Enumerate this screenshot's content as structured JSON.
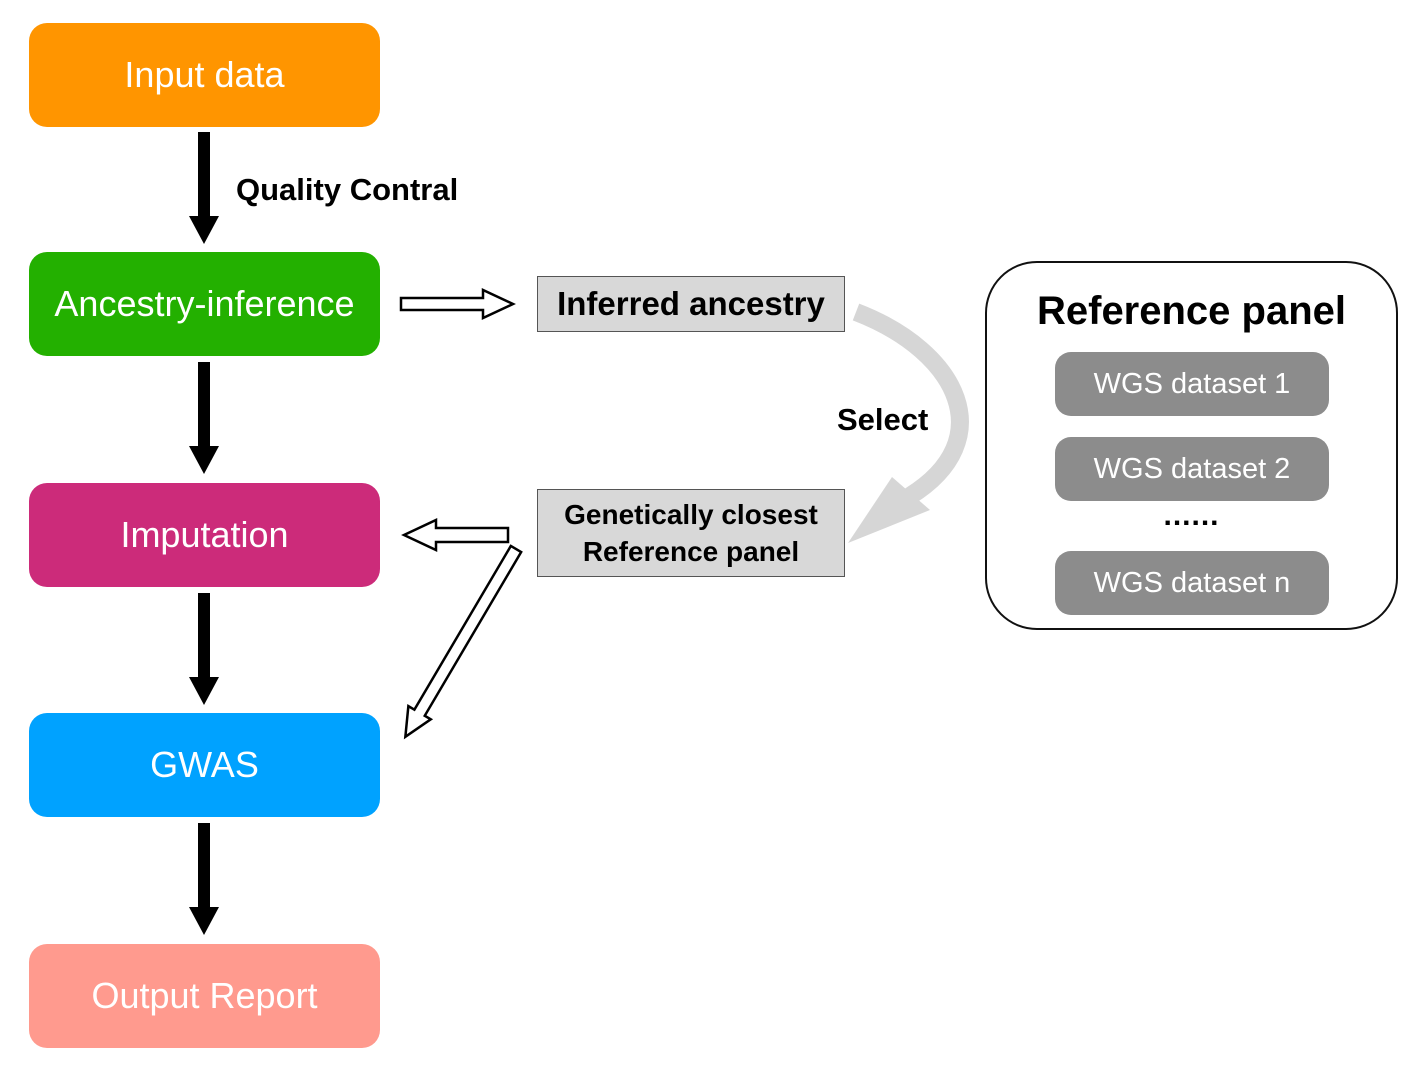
{
  "pipeline": {
    "input": "Input data",
    "qc_label": "Quality Contral",
    "ancestry": "Ancestry-inference",
    "imputation": "Imputation",
    "gwas": "GWAS",
    "output": "Output Report"
  },
  "inferred": {
    "label": "Inferred ancestry"
  },
  "selected_panel": {
    "line1": "Genetically closest",
    "line2": "Reference panel"
  },
  "select_label": "Select",
  "reference_panel": {
    "title": "Reference panel",
    "datasets": [
      "WGS dataset 1",
      "WGS dataset 2",
      "WGS dataset n"
    ],
    "ellipsis": "......"
  },
  "colors": {
    "input": "#ff9500",
    "ancestry": "#23b000",
    "imputation": "#cc2b7a",
    "gwas": "#00a2ff",
    "output": "#ff9a8e",
    "dataset": "#8c8c8c",
    "gray_box": "#d8d8d8",
    "select_arrow": "#d6d6d6"
  }
}
